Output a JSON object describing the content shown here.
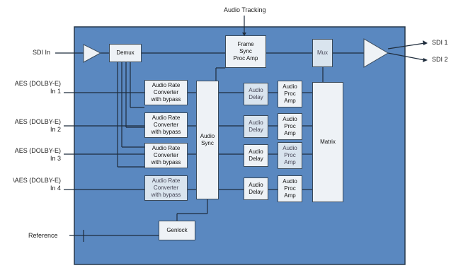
{
  "top_label": "Audio Tracking",
  "inputs": {
    "sdi_in": "SDI In",
    "aes": [
      {
        "line1": "AES (DOLBY-E)",
        "line2": "In 1"
      },
      {
        "line1": "AES (DOLBY-E)",
        "line2": "In 2"
      },
      {
        "line1": "AES (DOLBY-E)",
        "line2": "In 3"
      },
      {
        "line1": "\\AES (DOLBY-E)",
        "line2": "In 4"
      }
    ],
    "reference": "Reference"
  },
  "outputs": [
    "SDI 1",
    "SDI 2"
  ],
  "blocks": {
    "demux": "Demux",
    "frame_sync": [
      "Frame",
      "Sync",
      "Proc Amp"
    ],
    "mux": "Mux",
    "audio_sync": [
      "Audio",
      "Sync"
    ],
    "matrix": "Matrix",
    "genlock": "Genlock",
    "src": [
      "Audio Rate",
      "Converter",
      "with bypass"
    ],
    "delay": [
      "Audio",
      "Delay"
    ],
    "procamp": [
      "Audio",
      "Proc",
      "Amp"
    ]
  },
  "colors": {
    "panel": "#5a88c0",
    "panel_border": "#26384c",
    "line": "#1e2c3c",
    "box_light": "#eef2f6",
    "box_soft": "#d9e4ee"
  }
}
